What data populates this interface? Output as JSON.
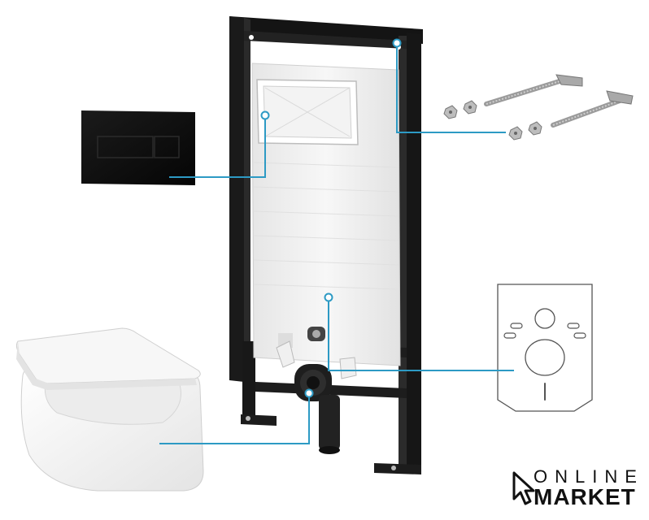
{
  "brand": {
    "line1": "ONLINE",
    "line2": "MARKET",
    "logo_icon": "cursor-arrow-icon"
  },
  "colors": {
    "callout": "#2d9ac4",
    "frame": "#111111",
    "panel": "#0e0e0e",
    "tank": "#f2f2f2"
  },
  "components": [
    "flush-plate",
    "installation-frame",
    "mounting-bolts",
    "sound-insulation-pad",
    "wall-hung-toilet-bowl"
  ]
}
